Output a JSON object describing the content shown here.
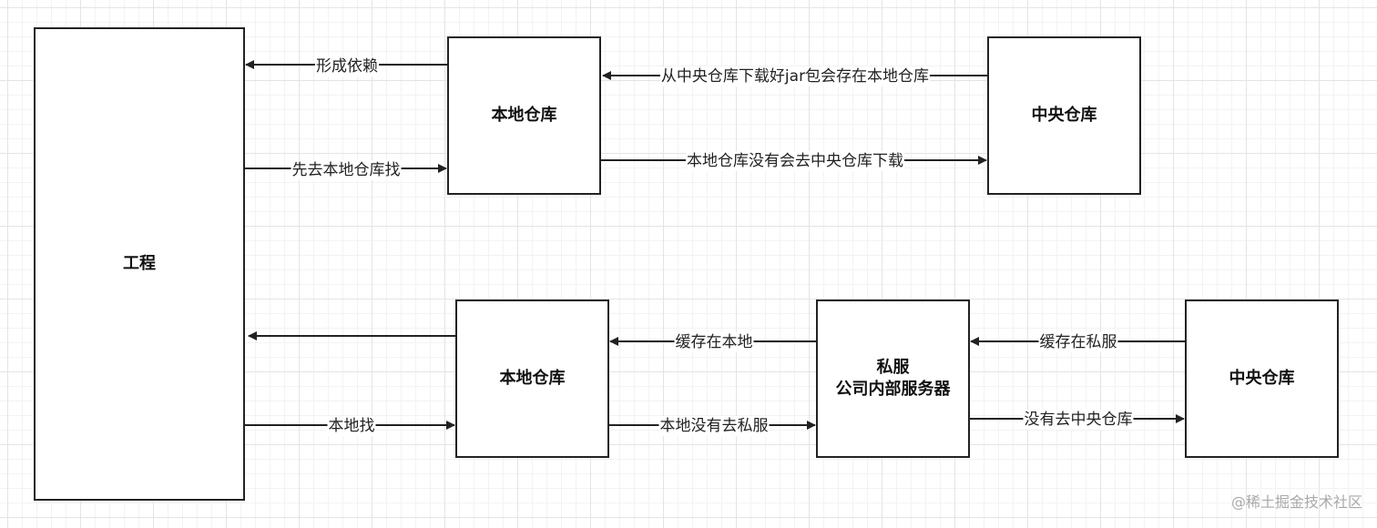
{
  "nodes": {
    "project": "工程",
    "local_repo_top": "本地仓库",
    "central_repo_top": "中央仓库",
    "local_repo_bottom": "本地仓库",
    "private_server_line1": "私服",
    "private_server_line2": "公司内部服务器",
    "central_repo_bottom": "中央仓库"
  },
  "edges": {
    "form_dependency": "形成依赖",
    "search_local_first": "先去本地仓库找",
    "download_store_local": "从中央仓库下载好jar包会存在本地仓库",
    "local_missing_download_central": "本地仓库没有会去中央仓库下载",
    "cache_local": "缓存在本地",
    "search_local": "本地找",
    "local_missing_go_private": "本地没有去私服",
    "cache_private": "缓存在私服",
    "missing_go_central": "没有去中央仓库"
  },
  "watermark": "@稀土掘金技术社区"
}
